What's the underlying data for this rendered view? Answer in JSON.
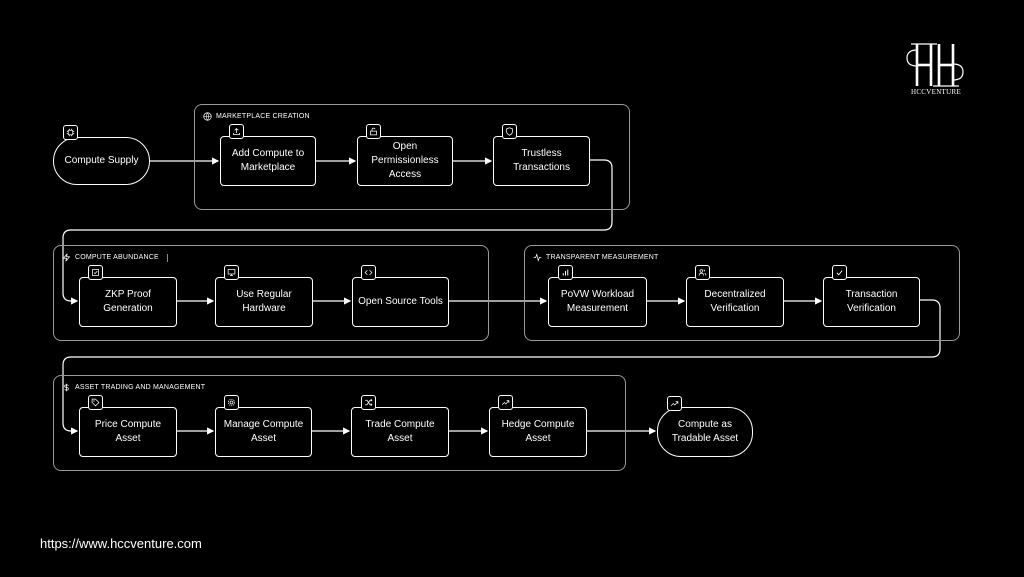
{
  "groups": {
    "marketplace": "MARKETPLACE CREATION",
    "abundance": "COMPUTE ABUNDANCE",
    "measurement": "TRANSPARENT MEASUREMENT",
    "trading": "ASSET TRADING AND MANAGEMENT"
  },
  "nodes": {
    "compute_supply": "Compute Supply",
    "add_compute": "Add Compute to Marketplace",
    "open_access": "Open Permissionless Access",
    "trustless": "Trustless Transactions",
    "zkp": "ZKP Proof Generation",
    "regular_hw": "Use Regular Hardware",
    "open_source": "Open Source Tools",
    "povw": "PoVW Workload Measurement",
    "decentralized": "Decentralized Verification",
    "tx_verification": "Transaction Verification",
    "price": "Price Compute Asset",
    "manage": "Manage Compute Asset",
    "trade": "Trade Compute Asset",
    "hedge": "Hedge Compute Asset",
    "tradable": "Compute as Tradable Asset"
  },
  "icons": {
    "compute_supply": "cpu-icon",
    "add_compute": "upload-icon",
    "open_access": "unlock-icon",
    "trustless": "shield-icon",
    "zkp": "check-square-icon",
    "regular_hw": "monitor-icon",
    "open_source": "code-icon",
    "povw": "bar-chart-icon",
    "decentralized": "users-icon",
    "tx_verification": "check-icon",
    "price": "tag-icon",
    "manage": "gear-icon",
    "trade": "shuffle-icon",
    "hedge": "trending-up-icon",
    "tradable": "trending-up-icon"
  },
  "brand": {
    "logo_text": "HCCVENTURE",
    "url": "https://www.hccventure.com"
  }
}
